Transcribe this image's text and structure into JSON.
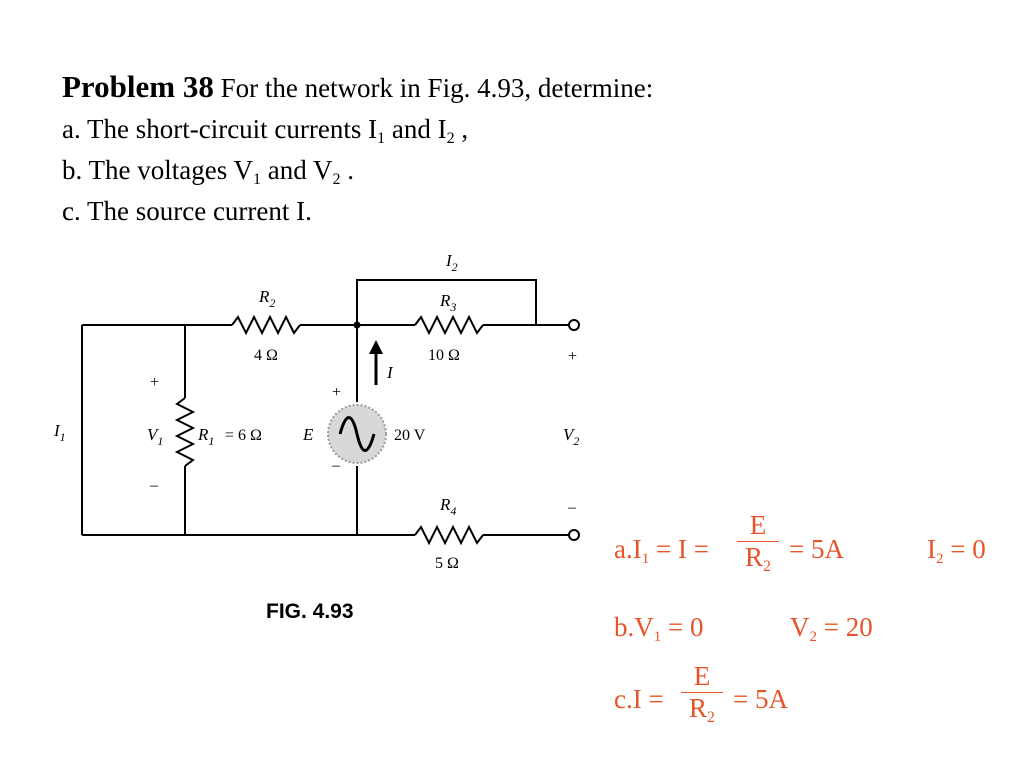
{
  "problem": {
    "title": "Problem 38",
    "intro": "For the network in Fig. 4.93, determine:",
    "part_a": {
      "pre": "a. The short-circuit currents I",
      "s1": "1",
      "mid": " and I",
      "s2": "2",
      "post": " ,"
    },
    "part_b": {
      "pre": "b. The voltages V",
      "s1": "1",
      "mid": " and V",
      "s2": "2",
      "post": " ."
    },
    "part_c": "c. The source current  I."
  },
  "figure": {
    "caption": "FIG. 4.93",
    "labels": {
      "i2": "I",
      "i2_sub": "2",
      "r2": "R",
      "r2_sub": "2",
      "r2_value": "4 Ω",
      "r3": "R",
      "r3_sub": "3",
      "r3_value": "10 Ω",
      "r4": "R",
      "r4_sub": "4",
      "r4_value": "5 Ω",
      "r1_text": "= 6 Ω",
      "r1": "R",
      "r1_sub": "1",
      "i1": "I",
      "i1_sub": "1",
      "v1": "V",
      "v1_sub": "1",
      "v2": "V",
      "v2_sub": "2",
      "e": "E",
      "e_value": "20 V",
      "i": "I",
      "plus": "+",
      "minus": "–"
    }
  },
  "solution": {
    "a_lhs": {
      "pre": "a.I",
      "s": "1",
      "post": " = I ="
    },
    "a_frac": {
      "num": "E",
      "den": "R",
      "den_sub": "2"
    },
    "a_rhs": "= 5A",
    "a_i2": {
      "pre": "I",
      "s": "2",
      "post": " = 0"
    },
    "b_v1": {
      "pre": "b.V",
      "s": "1",
      "post": " = 0"
    },
    "b_v2": {
      "pre": "V",
      "s": "2",
      "post": " = 20"
    },
    "c_lhs": "c.I =",
    "c_frac": {
      "num": "E",
      "den": "R",
      "den_sub": "2"
    },
    "c_rhs": "= 5A"
  },
  "colors": {
    "solution": "#e8542a",
    "text": "#000000"
  }
}
